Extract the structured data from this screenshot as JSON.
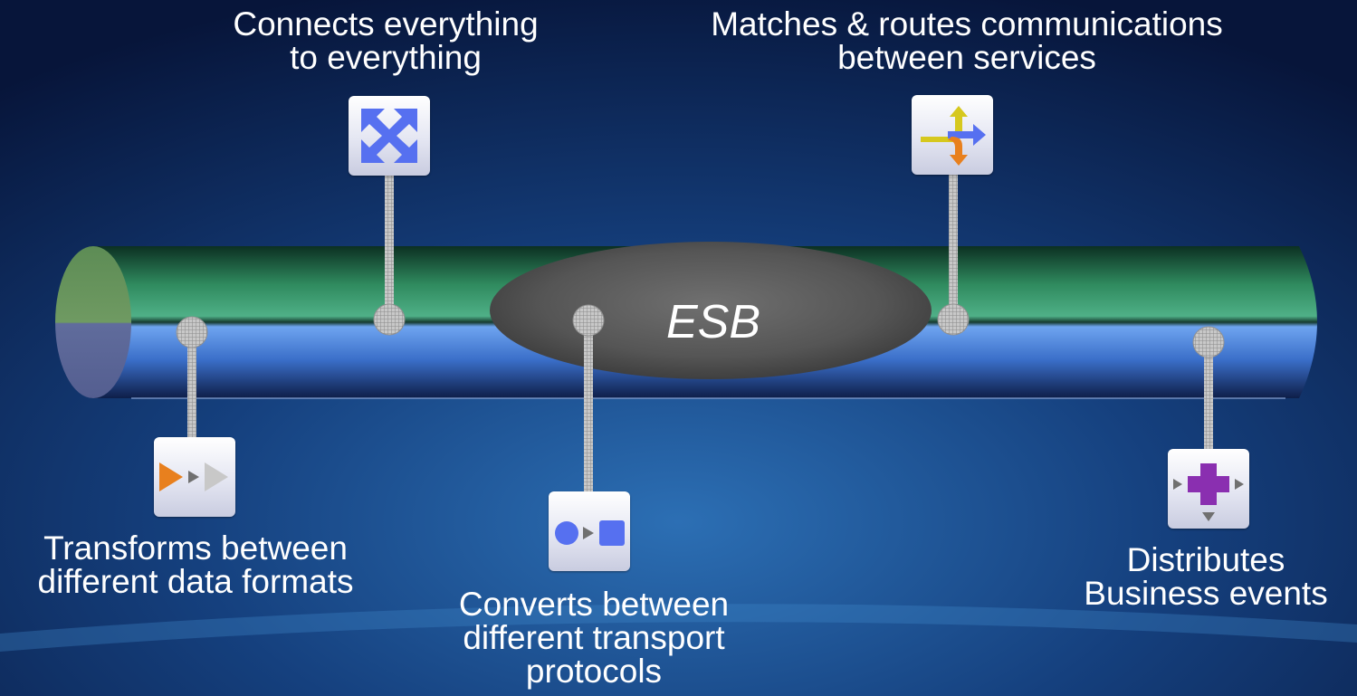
{
  "center_label": "ESB",
  "capabilities": [
    {
      "id": "connect",
      "label": "Connects everything\nto everything",
      "icon": "expand-arrows-icon"
    },
    {
      "id": "route",
      "label": "Matches & routes communications\nbetween services",
      "icon": "route-arrows-icon"
    },
    {
      "id": "transform",
      "label": "Transforms between\ndifferent data formats",
      "icon": "transform-arrows-icon"
    },
    {
      "id": "convert",
      "label": "Converts between\ndifferent transport\nprotocols",
      "icon": "circle-to-square-icon"
    },
    {
      "id": "distribute",
      "label": "Distributes\nBusiness events",
      "icon": "plus-distribute-icon"
    }
  ],
  "colors": {
    "background": "#0a1a40",
    "pipe_top": "#2f8a5e",
    "pipe_bottom": "#3a6ec8",
    "esb_ellipse": "#555555",
    "icon_blue": "#5670f0",
    "icon_orange": "#e8801e",
    "icon_yellow": "#d6c81e",
    "icon_purple": "#8a2fb0"
  }
}
